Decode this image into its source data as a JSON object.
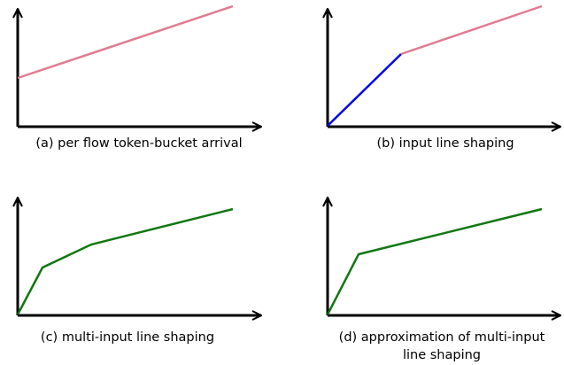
{
  "colors": {
    "axis": "#000000",
    "token_bucket": "#e07b91",
    "input_line": "#0000ee",
    "multi_input": "#117711"
  },
  "panels": [
    {
      "id": "a",
      "caption_lines": [
        "(a) per flow token-bucket arrival"
      ],
      "curves": [
        {
          "name": "token-bucket-line",
          "color_key": "token_bucket"
        }
      ]
    },
    {
      "id": "b",
      "caption_lines": [
        "(b) input line shaping"
      ],
      "curves": [
        {
          "name": "input-line-segment",
          "color_key": "input_line"
        },
        {
          "name": "token-bucket-segment",
          "color_key": "token_bucket"
        }
      ]
    },
    {
      "id": "c",
      "caption_lines": [
        "(c) multi-input line shaping"
      ],
      "curves": [
        {
          "name": "multi-input-curve",
          "color_key": "multi_input"
        }
      ]
    },
    {
      "id": "d",
      "caption_lines": [
        "(d) approximation of multi-input",
        "line shaping"
      ],
      "curves": [
        {
          "name": "approximation-curve",
          "color_key": "multi_input"
        }
      ]
    }
  ]
}
